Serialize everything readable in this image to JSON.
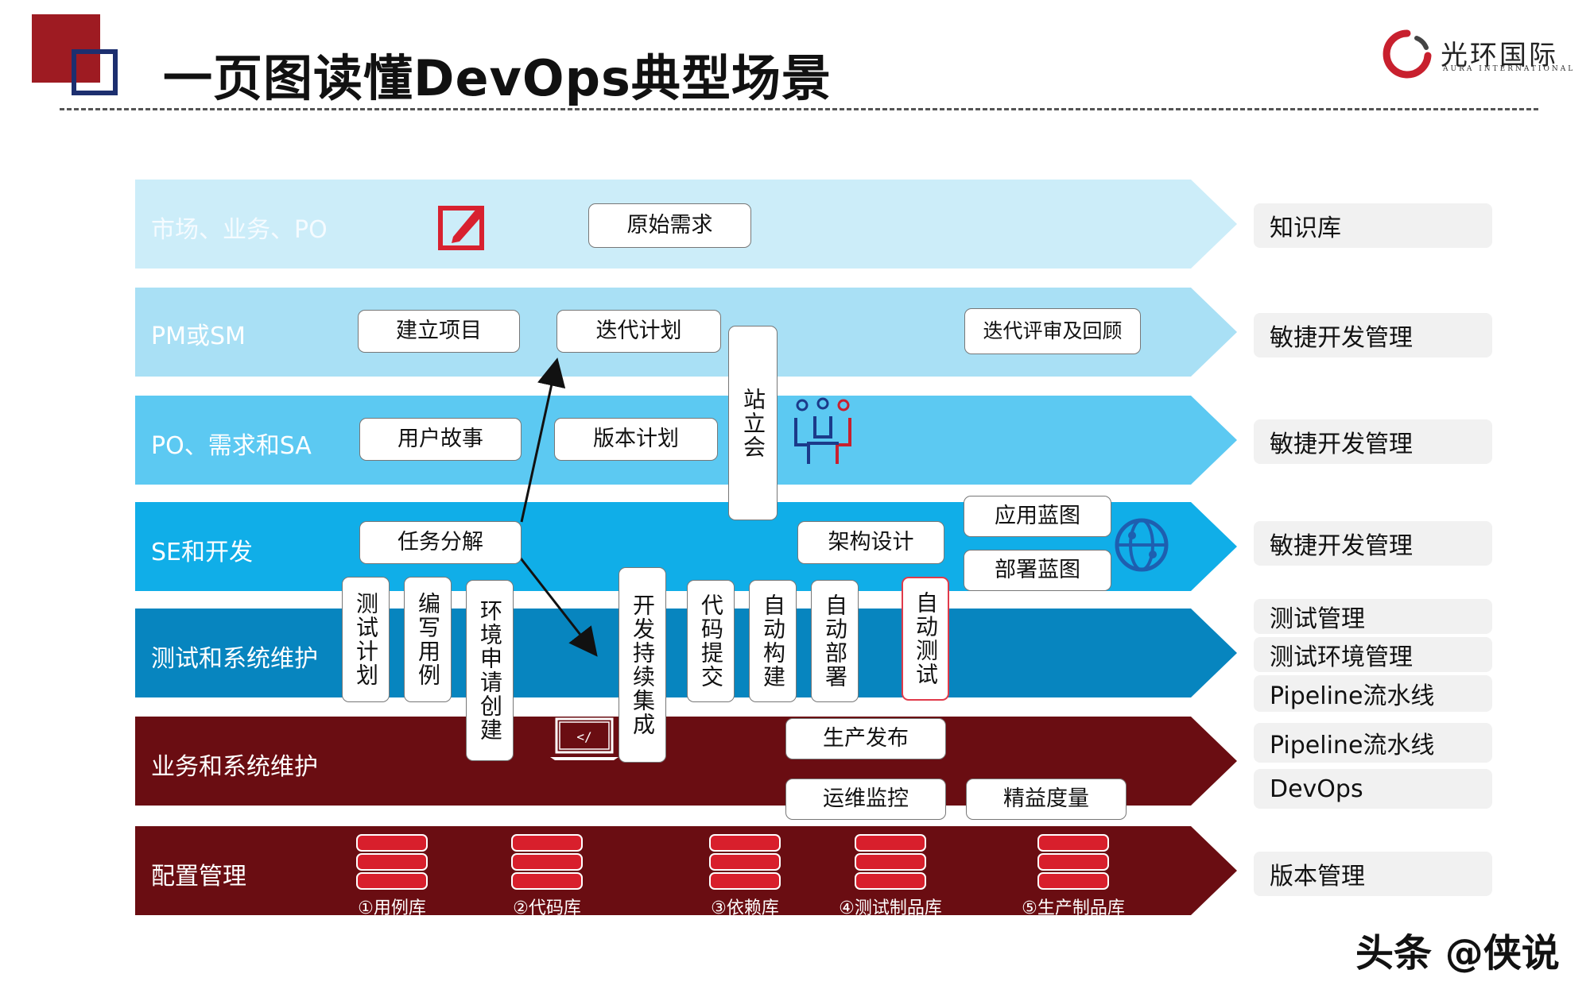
{
  "title": "一页图读懂DevOps典型场景",
  "logo": {
    "name": "光环国际",
    "subtitle": "AURA INTERNATIONAL"
  },
  "watermark": "头条 @侠说",
  "lanes": [
    {
      "label": "市场、业务、PO",
      "color": "#ccedf9"
    },
    {
      "label": "PM或SM",
      "color": "#a9e0f5"
    },
    {
      "label": "PO、需求和SA",
      "color": "#5cc9f2"
    },
    {
      "label": "SE和开发",
      "color": "#10aee8"
    },
    {
      "label": "测试和系统维护",
      "color": "#0785bf"
    },
    {
      "label": "业务和系统维护",
      "color": "#6a0d12"
    },
    {
      "label": "配置管理",
      "color": "#6a0d12"
    }
  ],
  "boxes": {
    "raw_requirement": "原始需求",
    "create_project": "建立项目",
    "iteration_plan": "迭代计划",
    "iteration_review": "迭代评审及回顾",
    "user_story": "用户故事",
    "release_plan": "版本计划",
    "standup": "站立会",
    "task_breakdown": "任务分解",
    "architecture_design": "架构设计",
    "app_blueprint": "应用蓝图",
    "deploy_blueprint": "部署蓝图",
    "test_plan": "测试计划",
    "write_cases": "编写用例",
    "env_request": "环境申请创建",
    "ci": "开发持续集成",
    "code_commit": "代码提交",
    "auto_build": "自动构建",
    "auto_deploy": "自动部署",
    "auto_test": "自动测试",
    "prod_release": "生产发布",
    "ops_monitor": "运维监控",
    "lean_metrics": "精益度量"
  },
  "repositories": [
    "①用例库",
    "②代码库",
    "③依赖库",
    "④测试制品库",
    "⑤生产制品库"
  ],
  "side_labels": [
    "知识库",
    "敏捷开发管理",
    "敏捷开发管理",
    "敏捷开发管理",
    "测试管理",
    "测试环境管理",
    "Pipeline流水线",
    "Pipeline流水线",
    "DevOps",
    "版本管理"
  ],
  "icons": [
    "edit-icon",
    "meeting-icon",
    "globe-icon",
    "laptop-code-icon",
    "database-icon"
  ]
}
